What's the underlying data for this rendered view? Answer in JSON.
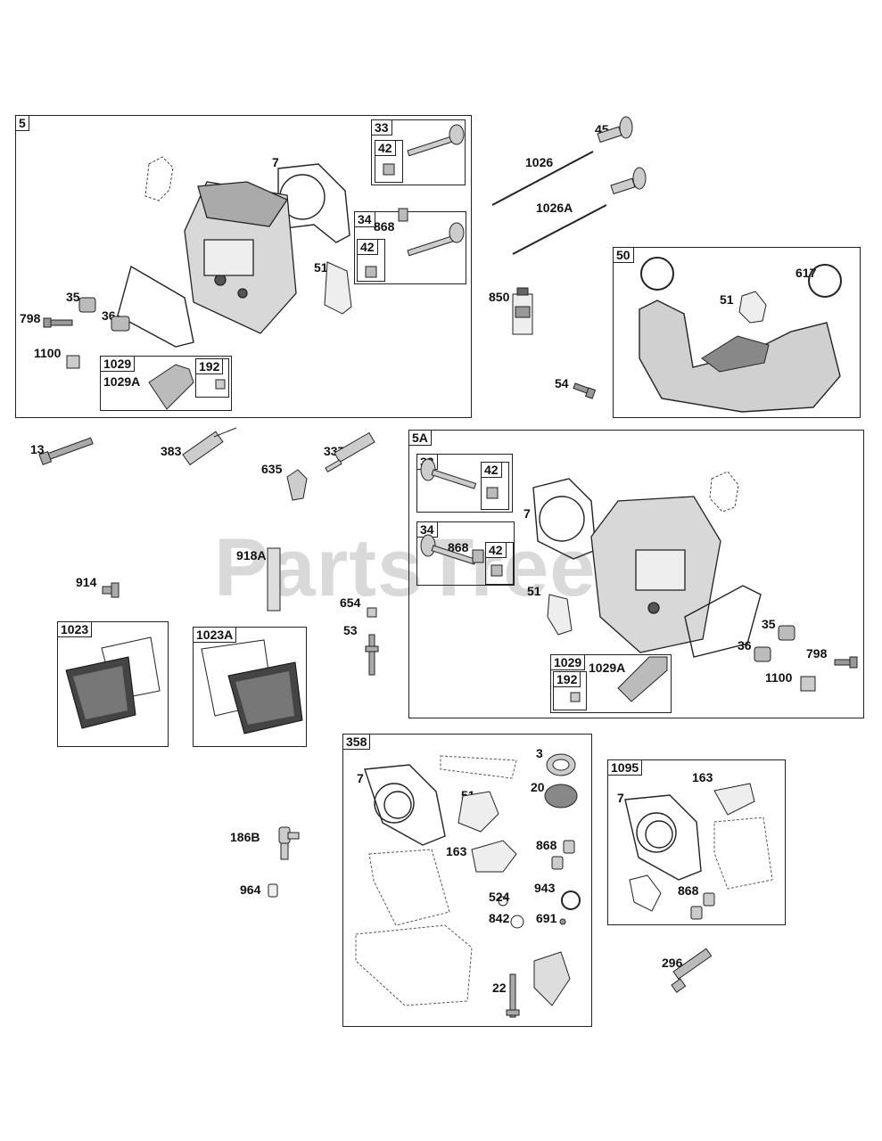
{
  "watermark": "PartsTree",
  "groups": {
    "g5": {
      "label": "5",
      "parts": {
        "p7": "7",
        "p51": "51",
        "p35": "35",
        "p36": "36",
        "p798": "798",
        "p1100": "1100"
      },
      "sub33": {
        "label": "33",
        "p42": "42"
      },
      "sub34": {
        "label": "34",
        "p868": "868",
        "p42": "42"
      },
      "sub1029": {
        "label": "1029",
        "p1029a": "1029A",
        "box192": "192"
      }
    },
    "g5a": {
      "label": "5A",
      "parts": {
        "p7": "7",
        "p51": "51",
        "p35": "35",
        "p36": "36",
        "p798": "798",
        "p1100": "1100"
      },
      "sub33": {
        "label": "33",
        "p42": "42"
      },
      "sub34": {
        "label": "34",
        "p868": "868",
        "p42": "42"
      },
      "sub1029": {
        "label": "1029",
        "p1029a": "1029A",
        "box192": "192"
      }
    },
    "g50": {
      "label": "50",
      "p51": "51",
      "p617": "617"
    },
    "g1023": {
      "label": "1023"
    },
    "g1023a": {
      "label": "1023A"
    },
    "g358": {
      "label": "358",
      "p7": "7",
      "p51": "51",
      "p163": "163",
      "p3": "3",
      "p20": "20",
      "p868": "868",
      "p524": "524",
      "p943": "943",
      "p842": "842",
      "p691": "691",
      "p22": "22"
    },
    "g1095": {
      "label": "1095",
      "p7": "7",
      "p163": "163",
      "p868": "868"
    }
  },
  "loose": {
    "p45": "45",
    "p1026": "1026",
    "p1026a": "1026A",
    "p850": "850",
    "p54": "54",
    "p13": "13",
    "p383": "383",
    "p337": "337",
    "p635": "635",
    "p918a": "918A",
    "p914": "914",
    "p654": "654",
    "p53": "53",
    "p186b": "186B",
    "p964": "964",
    "p296": "296"
  },
  "icons": [
    "valve-icon",
    "gasket-icon",
    "cylinder-head-icon",
    "spring-icon",
    "bolt-icon",
    "rocker-arm-icon",
    "nut-icon",
    "pushrod-icon",
    "sealant-tube-icon",
    "intake-manifold-icon",
    "valve-cover-icon",
    "spark-plug-icon",
    "breather-tube-icon",
    "seal-icon",
    "o-ring-icon",
    "plug-icon",
    "fitting-icon"
  ],
  "colors": {
    "line": "#222222",
    "watermark": "#aaaaaa",
    "part_fill": "#d0d0d0",
    "dark_fill": "#444444"
  }
}
